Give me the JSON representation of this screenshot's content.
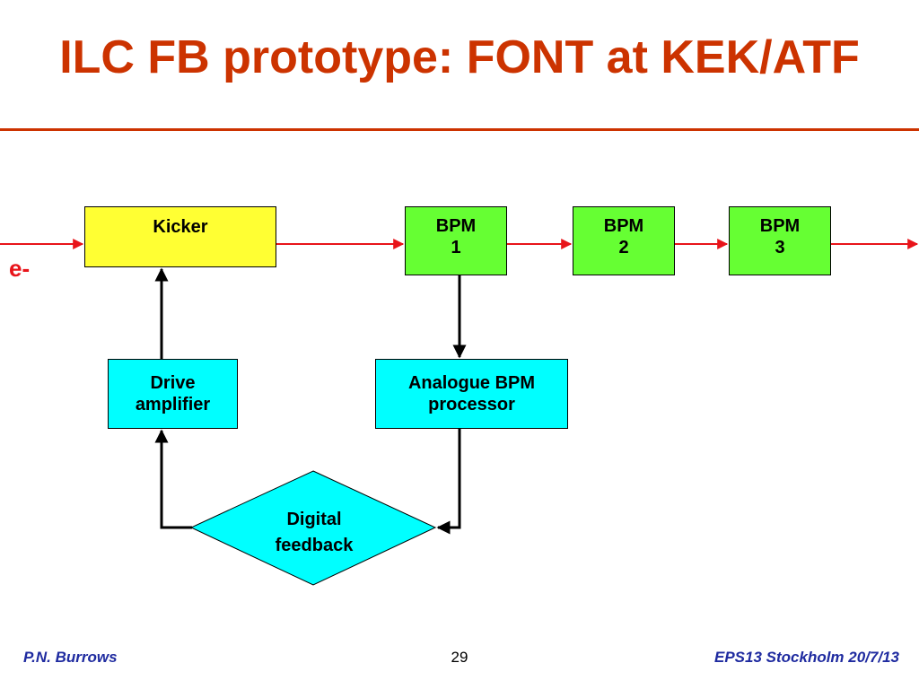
{
  "slide": {
    "title": "ILC FB prototype: FONT at KEK/ATF"
  },
  "diagram": {
    "beam_label": "e-",
    "kicker": {
      "label": "Kicker"
    },
    "bpm1": {
      "line1": "BPM",
      "line2": "1"
    },
    "bpm2": {
      "line1": "BPM",
      "line2": "2"
    },
    "bpm3": {
      "line1": "BPM",
      "line2": "3"
    },
    "drive_amplifier": {
      "line1": "Drive",
      "line2": "amplifier"
    },
    "analogue_processor": {
      "line1": "Analogue BPM",
      "line2": "processor"
    },
    "digital_feedback": {
      "line1": "Digital",
      "line2": "feedback"
    },
    "colors": {
      "title": "#cc3300",
      "beam_line": "#e8141a",
      "kicker_fill": "#ffff33",
      "bpm_fill": "#66ff33",
      "processing_fill": "#00ffff"
    }
  },
  "footer": {
    "author": "P.N. Burrows",
    "page_number": "29",
    "event": "EPS13 Stockholm  20/7/13"
  }
}
